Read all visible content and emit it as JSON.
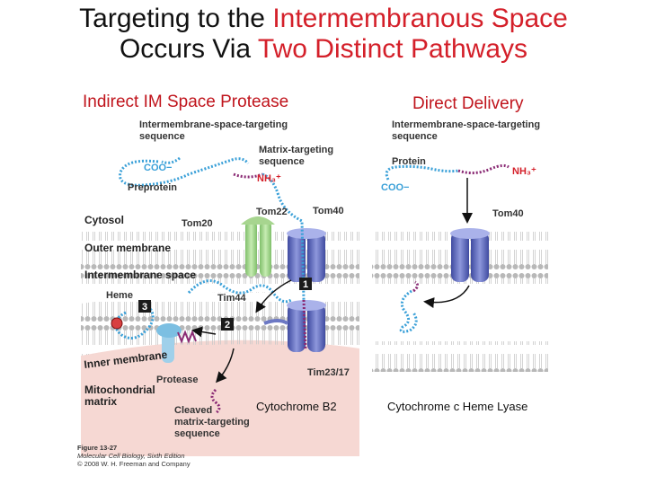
{
  "title": {
    "line1_a": "Targeting to the ",
    "line1_b": "Intermembranous Space",
    "line2_a": "Occurs Via ",
    "line2_b": "Two Distinct Pathways"
  },
  "headers": {
    "left": "Indirect IM Space Protease",
    "right": "Direct Delivery"
  },
  "left_panel": {
    "ims_targeting": [
      "Intermembrane-space-targeting",
      "sequence"
    ],
    "matrix_targeting": [
      "Matrix-targeting",
      "sequence"
    ],
    "coo": "COO−",
    "nh3": "NH₃⁺",
    "preprotein": "Preprotein",
    "tom22": "Tom22",
    "tom40": "Tom40",
    "cytosol": "Cytosol",
    "tom20": "Tom20",
    "outer_membrane": "Outer membrane",
    "ims": "Intermembrane space",
    "heme": "Heme",
    "tim44": "Tim44",
    "step1": "1",
    "step2": "2",
    "step3": "3",
    "inner_membrane": "Inner membrane",
    "tim23_17": "Tim23/17",
    "protease": "Protease",
    "matrix": [
      "Mitochondrial",
      "matrix"
    ],
    "cleaved": [
      "Cleaved",
      "matrix-targeting",
      "sequence"
    ]
  },
  "right_panel": {
    "ims_targeting": [
      "Intermembrane-space-targeting",
      "sequence"
    ],
    "protein": "Protein",
    "nh3": "NH₃⁺",
    "coo": "COO−",
    "tom40": "Tom40"
  },
  "captions": {
    "left": "Cytochrome B2",
    "right": "Cytochrome c Heme Lyase"
  },
  "credit": {
    "line1": "Figure 13-27",
    "line2": "Molecular Cell Biology, Sixth Edition",
    "line3": "© 2008 W. H. Freeman and Company"
  },
  "colors": {
    "title_red": "#d4202a",
    "header_red": "#c0141c",
    "membrane_head": "#b8b8b8",
    "matrix_pink": "#f6d8d3",
    "pore_blue": "#6c78c4",
    "tom22_green": "#a7d58f",
    "chain_blue": "#3aa0d8",
    "chain_purple": "#8a2a74",
    "step_box": "#1b1b1b"
  }
}
